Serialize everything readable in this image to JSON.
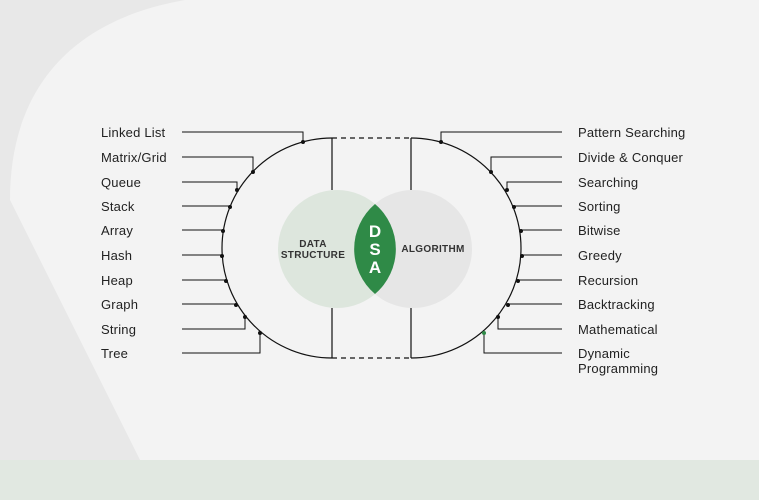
{
  "diagram": {
    "center": {
      "left_circle": "DATA STRUCTURE",
      "left_line1": "DATA",
      "left_line2": "STRUCTURE",
      "right_circle": "ALGORITHM",
      "core": [
        "D",
        "S",
        "A"
      ]
    },
    "data_structures": [
      "Linked List",
      "Matrix/Grid",
      "Queue",
      "Stack",
      "Array",
      "Hash",
      "Heap",
      "Graph",
      "String",
      "Tree"
    ],
    "algorithms": [
      "Pattern Searching",
      "Divide & Conquer",
      "Searching",
      "Sorting",
      "Bitwise",
      "Greedy",
      "Recursion",
      "Backtracking",
      "Mathematical",
      "Dynamic Programming"
    ],
    "algorithms_display": [
      "Pattern Searching",
      "Divide & Conquer",
      "Searching",
      "Sorting",
      "Bitwise",
      "Greedy",
      "Recursion",
      "Backtracking",
      "Mathematical",
      "Dynamic",
      "Programming"
    ]
  },
  "colors": {
    "background": "#f3f3f3",
    "footer_band": "#e1e8e1",
    "accent_green": "#2f8a47",
    "left_circle_fill": "#dde6dd",
    "right_circle_fill": "#e6e6e6",
    "line": "#111111"
  }
}
